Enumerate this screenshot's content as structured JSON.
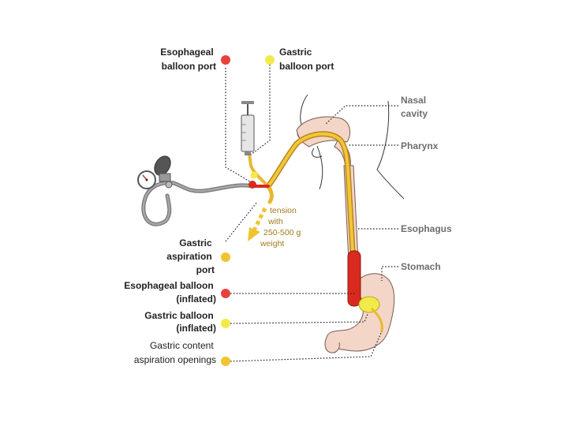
{
  "labels": {
    "esophageal_port": [
      "Esophageal",
      "balloon port"
    ],
    "gastric_port": [
      "Gastric",
      "balloon port"
    ],
    "gastric_aspiration_port": [
      "Gastric",
      "aspiration",
      "port"
    ],
    "esophageal_balloon": [
      "Esophageal balloon",
      "(inflated)"
    ],
    "gastric_balloon": [
      "Gastric balloon",
      "(inflated)"
    ],
    "aspiration_openings": [
      "Gastric content",
      "aspiration openings"
    ],
    "nasal_cavity": [
      "Nasal",
      "cavity"
    ],
    "pharynx": "Pharynx",
    "esophagus": "Esophagus",
    "stomach": "Stomach",
    "tension": [
      "tension",
      "with",
      "250-500 g",
      "weight"
    ]
  },
  "colors": {
    "esophageal": "#e8413a",
    "gastric": "#f2ea4a",
    "aspiration": "#f0c330",
    "tube": "#e9b731",
    "tube_dark": "#b8861a",
    "balloon_red": "#d92a20",
    "tissue": "#f3d6c8",
    "tissue_line": "#7a5a50"
  }
}
